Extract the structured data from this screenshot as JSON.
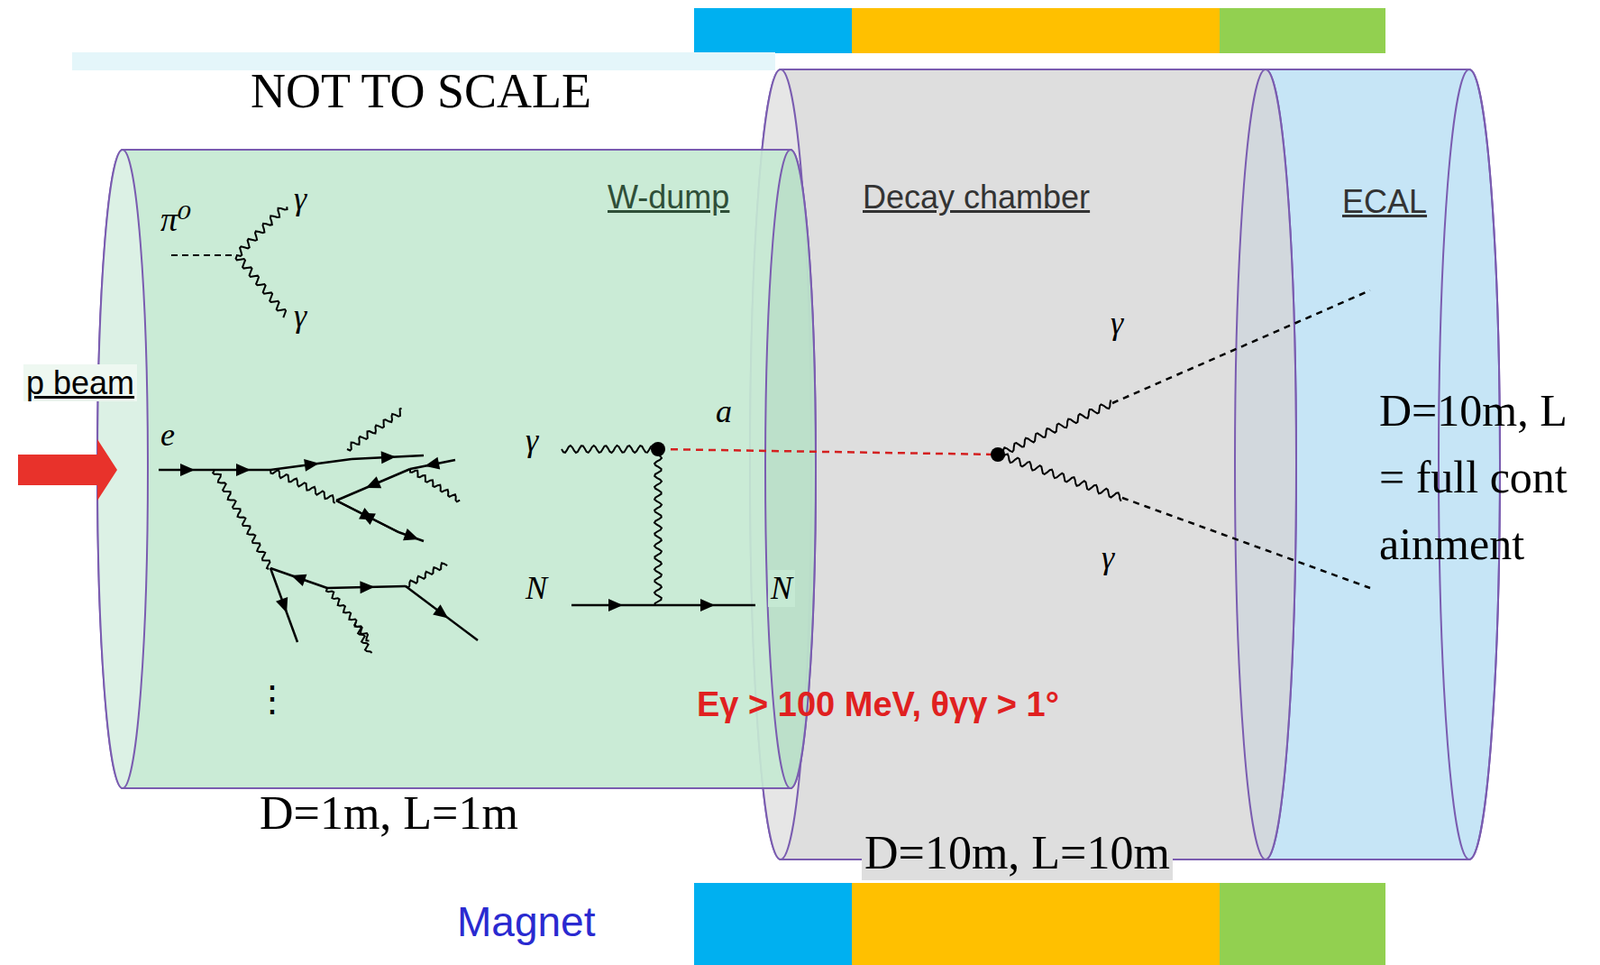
{
  "diagram": {
    "nodes": [
      {
        "text": [
          "W-dump"
        ]
      },
      {
        "text": [
          "Decay chamber"
        ]
      },
      {
        "text": [
          "ECAL"
        ]
      }
    ],
    "labels": [
      "NOT TO SCALE",
      "π⁰",
      "γ",
      "γ",
      "p beam",
      "e",
      "γ",
      "a",
      "N",
      "N",
      "⋮",
      "γ",
      "γ",
      "Eγ > 100 MeV, θγγ > 1°",
      "D=1m, L=1m",
      "D=10m, L=10m",
      "D=10m, L = full containment",
      "Magnet"
    ]
  }
}
